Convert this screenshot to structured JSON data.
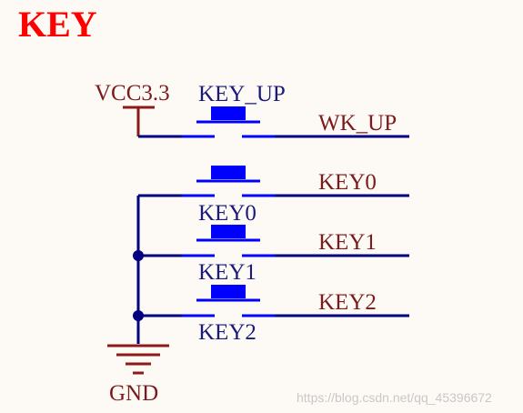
{
  "title": "KEY",
  "power": {
    "label": "VCC3.3"
  },
  "ground": {
    "label": "GND"
  },
  "buttons": [
    {
      "name": "KEY_UP",
      "net": "WK_UP"
    },
    {
      "name": "KEY0",
      "net": "KEY0"
    },
    {
      "name": "KEY1",
      "net": "KEY1"
    },
    {
      "name": "KEY2",
      "net": "KEY2"
    }
  ],
  "watermark": "https://blog.csdn.net/qq_45396672",
  "colors": {
    "title": "#ff0000",
    "wire": "#000080",
    "pin": "#0000ff",
    "power_symbol": "#8b1a1a",
    "label_dark": "#7a1a1a",
    "label_navy": "#1a1a7a",
    "background": "#fdfaf5"
  }
}
